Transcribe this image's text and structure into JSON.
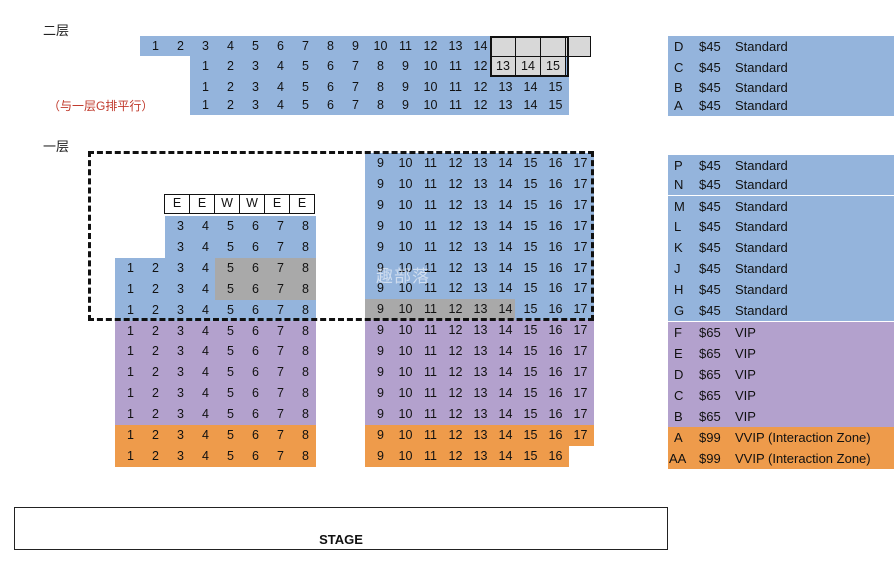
{
  "levels": {
    "upper": "二层",
    "lower": "一层"
  },
  "note": "（与一层G排平行）",
  "stage": "STAGE",
  "watermark": "趣部落",
  "colors": {
    "standard": "#94b4dc",
    "vip": "#b3a1cd",
    "vvip": "#ee9b4b",
    "special": "#a9a9a9",
    "box": "#d8d8d8"
  },
  "legend": [
    {
      "row": "D",
      "price": "$45",
      "tier": "Standard",
      "kind": "standard"
    },
    {
      "row": "C",
      "price": "$45",
      "tier": "Standard",
      "kind": "standard"
    },
    {
      "row": "B",
      "price": "$45",
      "tier": "Standard",
      "kind": "standard"
    },
    {
      "row": "A",
      "price": "$45",
      "tier": "Standard",
      "kind": "standard"
    },
    {
      "row": "P",
      "price": "$45",
      "tier": "Standard",
      "kind": "standard"
    },
    {
      "row": "N",
      "price": "$45",
      "tier": "Standard",
      "kind": "standard"
    },
    {
      "row": "M",
      "price": "$45",
      "tier": "Standard",
      "kind": "standard"
    },
    {
      "row": "L",
      "price": "$45",
      "tier": "Standard",
      "kind": "standard"
    },
    {
      "row": "K",
      "price": "$45",
      "tier": "Standard",
      "kind": "standard"
    },
    {
      "row": "J",
      "price": "$45",
      "tier": "Standard",
      "kind": "standard"
    },
    {
      "row": "H",
      "price": "$45",
      "tier": "Standard",
      "kind": "standard"
    },
    {
      "row": "G",
      "price": "$45",
      "tier": "Standard",
      "kind": "standard"
    },
    {
      "row": "F",
      "price": "$65",
      "tier": "VIP",
      "kind": "vip"
    },
    {
      "row": "E",
      "price": "$65",
      "tier": "VIP",
      "kind": "vip"
    },
    {
      "row": "D",
      "price": "$65",
      "tier": "VIP",
      "kind": "vip"
    },
    {
      "row": "C",
      "price": "$65",
      "tier": "VIP",
      "kind": "vip"
    },
    {
      "row": "B",
      "price": "$65",
      "tier": "VIP",
      "kind": "vip"
    },
    {
      "row": "A",
      "price": "$99",
      "tier": "VVIP (Interaction Zone)",
      "kind": "vvip"
    },
    {
      "row": "AA",
      "price": "$99",
      "tier": "VVIP (Interaction Zone)",
      "kind": "vvip"
    }
  ],
  "upper_rows": [
    {
      "row": "D",
      "seats": [
        "1",
        "2",
        "3",
        "4",
        "5",
        "6",
        "7",
        "8",
        "9",
        "10",
        "11",
        "12",
        "13",
        "14"
      ],
      "boxed": [
        "",
        "",
        "",
        ""
      ]
    },
    {
      "row": "C",
      "seats": [
        "1",
        "2",
        "3",
        "4",
        "5",
        "6",
        "7",
        "8",
        "9",
        "10",
        "11",
        "12"
      ],
      "boxed": [
        "13",
        "14",
        "15"
      ]
    },
    {
      "row": "B",
      "seats": [
        "1",
        "2",
        "3",
        "4",
        "5",
        "6",
        "7",
        "8",
        "9",
        "10",
        "11",
        "12",
        "13",
        "14",
        "15"
      ]
    },
    {
      "row": "A",
      "seats": [
        "1",
        "2",
        "3",
        "4",
        "5",
        "6",
        "7",
        "8",
        "9",
        "10",
        "11",
        "12",
        "13",
        "14",
        "15"
      ]
    }
  ],
  "wheelchair_row": [
    "E",
    "E",
    "W",
    "W",
    "E",
    "E"
  ],
  "lower_left_rows": [
    {
      "row": "L",
      "seats": [
        "3",
        "4",
        "5",
        "6",
        "7",
        "8"
      ]
    },
    {
      "row": "K",
      "seats": [
        "3",
        "4",
        "5",
        "6",
        "7",
        "8"
      ]
    },
    {
      "row": "J",
      "seats": [
        "1",
        "2",
        "3",
        "4",
        "5",
        "6",
        "7",
        "8"
      ]
    },
    {
      "row": "H",
      "seats": [
        "1",
        "2",
        "3",
        "4",
        "5",
        "6",
        "7",
        "8"
      ]
    },
    {
      "row": "G",
      "seats": [
        "1",
        "2",
        "3",
        "4",
        "5",
        "6",
        "7",
        "8"
      ]
    },
    {
      "row": "F",
      "seats": [
        "1",
        "2",
        "3",
        "4",
        "5",
        "6",
        "7",
        "8"
      ]
    },
    {
      "row": "E",
      "seats": [
        "1",
        "2",
        "3",
        "4",
        "5",
        "6",
        "7",
        "8"
      ]
    },
    {
      "row": "D",
      "seats": [
        "1",
        "2",
        "3",
        "4",
        "5",
        "6",
        "7",
        "8"
      ]
    },
    {
      "row": "C",
      "seats": [
        "1",
        "2",
        "3",
        "4",
        "5",
        "6",
        "7",
        "8"
      ]
    },
    {
      "row": "B",
      "seats": [
        "1",
        "2",
        "3",
        "4",
        "5",
        "6",
        "7",
        "8"
      ]
    },
    {
      "row": "A",
      "seats": [
        "1",
        "2",
        "3",
        "4",
        "5",
        "6",
        "7",
        "8"
      ]
    },
    {
      "row": "AA",
      "seats": [
        "1",
        "2",
        "3",
        "4",
        "5",
        "6",
        "7",
        "8"
      ]
    }
  ],
  "lower_right_rows": [
    {
      "row": "P",
      "seats": [
        "9",
        "10",
        "11",
        "12",
        "13",
        "14",
        "15",
        "16",
        "17"
      ]
    },
    {
      "row": "N",
      "seats": [
        "9",
        "10",
        "11",
        "12",
        "13",
        "14",
        "15",
        "16",
        "17"
      ]
    },
    {
      "row": "M",
      "seats": [
        "9",
        "10",
        "11",
        "12",
        "13",
        "14",
        "15",
        "16",
        "17"
      ]
    },
    {
      "row": "L",
      "seats": [
        "9",
        "10",
        "11",
        "12",
        "13",
        "14",
        "15",
        "16",
        "17"
      ]
    },
    {
      "row": "K",
      "seats": [
        "9",
        "10",
        "11",
        "12",
        "13",
        "14",
        "15",
        "16",
        "17"
      ]
    },
    {
      "row": "J",
      "seats": [
        "9",
        "10",
        "11",
        "12",
        "13",
        "14",
        "15",
        "16",
        "17"
      ]
    },
    {
      "row": "H",
      "seats": [
        "9",
        "10",
        "11",
        "12",
        "13",
        "14",
        "15",
        "16",
        "17"
      ]
    },
    {
      "row": "G",
      "seats": [
        "9",
        "10",
        "11",
        "12",
        "13",
        "14",
        "15",
        "16",
        "17"
      ]
    },
    {
      "row": "F",
      "seats": [
        "9",
        "10",
        "11",
        "12",
        "13",
        "14",
        "15",
        "16",
        "17"
      ]
    },
    {
      "row": "E",
      "seats": [
        "9",
        "10",
        "11",
        "12",
        "13",
        "14",
        "15",
        "16",
        "17"
      ]
    },
    {
      "row": "D",
      "seats": [
        "9",
        "10",
        "11",
        "12",
        "13",
        "14",
        "15",
        "16",
        "17"
      ]
    },
    {
      "row": "C",
      "seats": [
        "9",
        "10",
        "11",
        "12",
        "13",
        "14",
        "15",
        "16",
        "17"
      ]
    },
    {
      "row": "B",
      "seats": [
        "9",
        "10",
        "11",
        "12",
        "13",
        "14",
        "15",
        "16",
        "17"
      ]
    },
    {
      "row": "A",
      "seats": [
        "9",
        "10",
        "11",
        "12",
        "13",
        "14",
        "15",
        "16",
        "17"
      ]
    },
    {
      "row": "AA",
      "seats": [
        "9",
        "10",
        "11",
        "12",
        "13",
        "14",
        "15",
        "16"
      ]
    }
  ]
}
